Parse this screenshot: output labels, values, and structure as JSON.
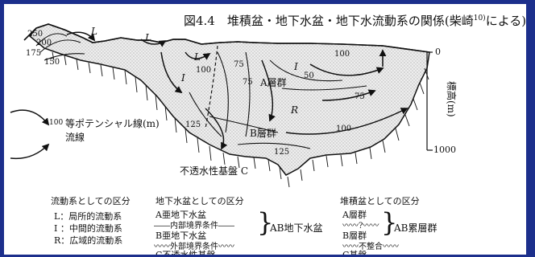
{
  "figure": {
    "title": "図4.4　堆積盆・地下水盆・地下水流動系の関係(柴崎",
    "title_sup": "10)",
    "title_tail": "による)",
    "elevation_label": "標高(m)",
    "elevation_ticks": [
      "0",
      "1000"
    ],
    "contours": [
      "250",
      "200",
      "175",
      "150",
      "100",
      "75",
      "50",
      "100",
      "75",
      "75",
      "125",
      "125",
      "100"
    ],
    "flow_labels": [
      "L",
      "L",
      "L",
      "I",
      "I",
      "R"
    ],
    "layers": [
      "A層群",
      "B層群"
    ],
    "basement": "不透水性基盤 C"
  },
  "key": {
    "potential_value": "100",
    "potential_label": "等ポテンシャル線(m)",
    "flow_label": "流線"
  },
  "legend": {
    "flow": {
      "title": "流動系としての区分",
      "items": [
        "L：局所的流動系",
        "I ：中間的流動系",
        "R：広域的流動系"
      ]
    },
    "groundwater": {
      "title": "地下水盆としての区分",
      "lines": [
        "A亜地下水盆",
        "――内部境界条件――",
        "B亜地下水盆",
        "〰〰外部境界条件〰〰",
        "C不透水性基盤"
      ],
      "group": "AB地下水盆"
    },
    "sediment": {
      "title": "堆積盆としての区分",
      "lines": [
        "A層群",
        "〰〰?〰〰",
        "B層群",
        "〰〰不整合〰〰",
        "C基盤"
      ],
      "group": "AB累層群"
    }
  }
}
